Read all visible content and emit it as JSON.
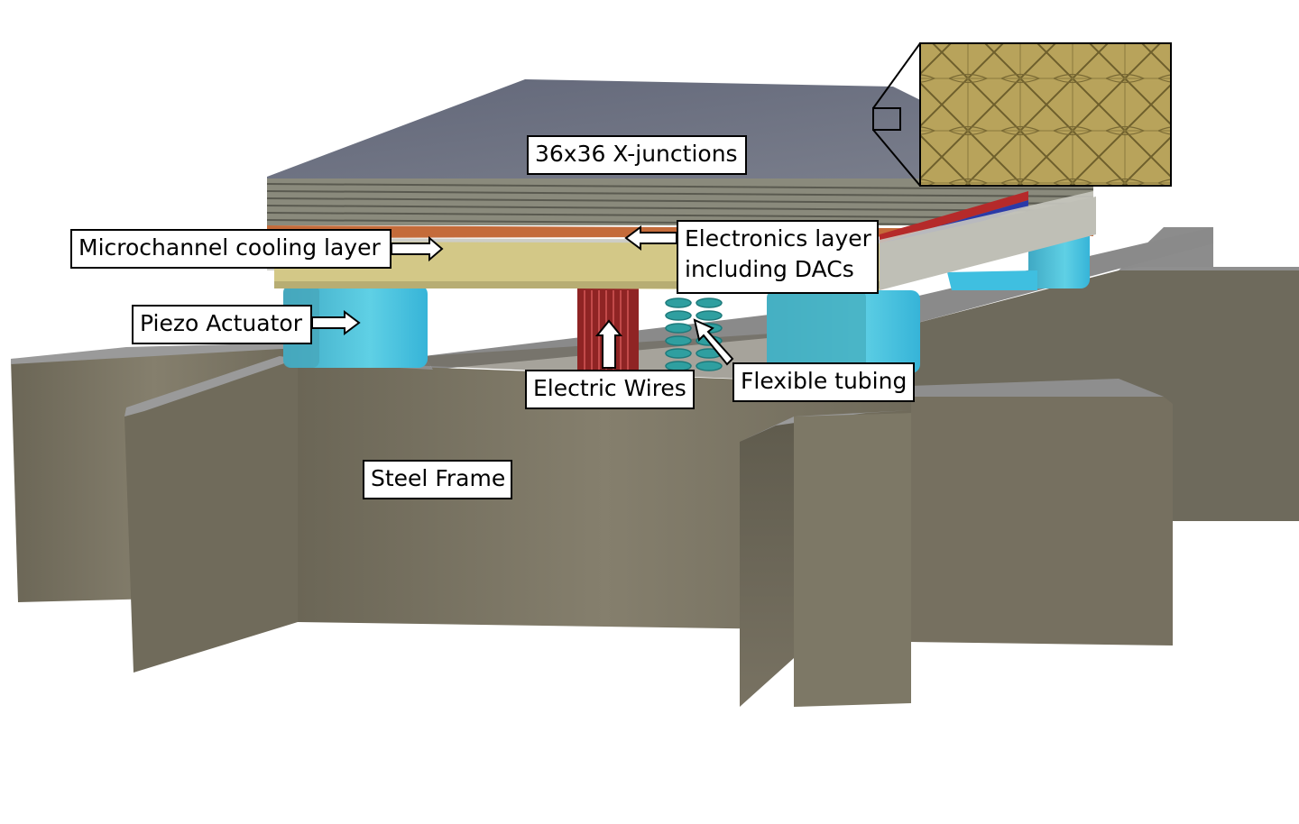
{
  "labels": {
    "x_junctions": "36x36 X-junctions",
    "microchannel": "Microchannel cooling layer",
    "electronics_line1": "Electronics layer",
    "electronics_line2": "including DACs",
    "piezo": "Piezo Actuator",
    "electric_wires": "Electric Wires",
    "flexible_tubing": "Flexible tubing",
    "steel_frame": "Steel Frame"
  },
  "colors": {
    "steel_frame_front": "#7d7766",
    "steel_frame_top": "#8f8f8f",
    "chip_top": "#6e7381",
    "chip_stack": "#8a8a7c",
    "cooling_layer": "#d4c88a",
    "electronics_strip": "#c56a3a",
    "piezo": "#4fc1d8",
    "wires": "#9a2a2a",
    "tubing": "#3aa6a6",
    "inset_bg": "#b5a15a"
  }
}
